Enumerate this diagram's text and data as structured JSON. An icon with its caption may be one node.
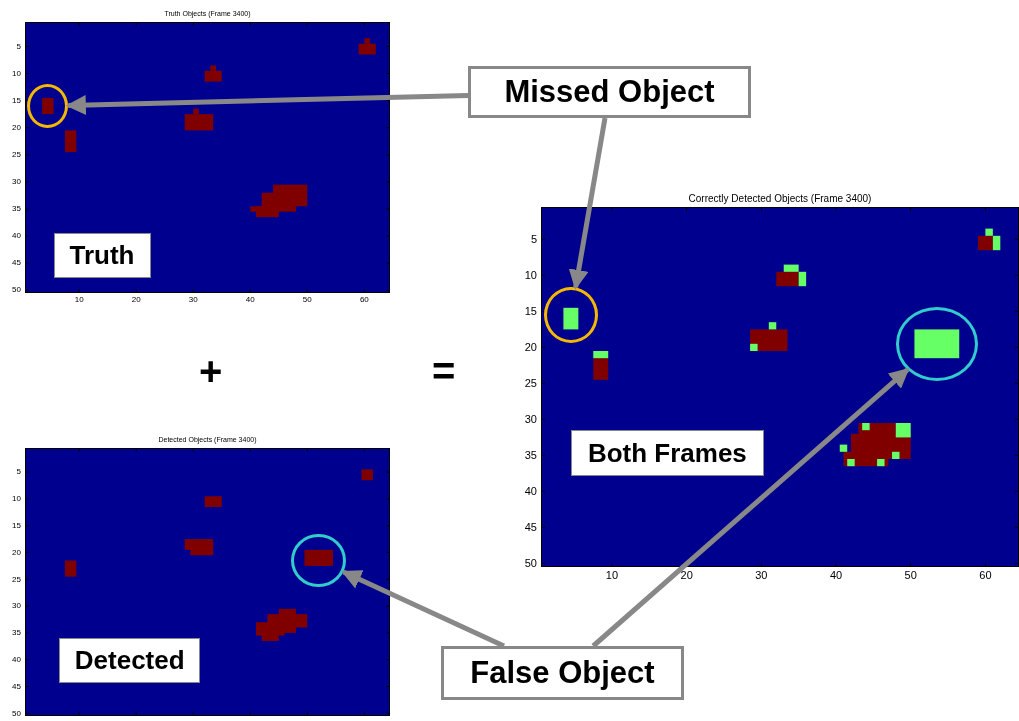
{
  "diagram": {
    "nodes": [
      {
        "text": [
          "Truth Objects (Frame 3400)"
        ]
      },
      {
        "text": [
          "Truth"
        ],
        "in": 0
      },
      {
        "text": [],
        "shape": "circle",
        "in": 0
      },
      {
        "text": [
          "Detected Objects (Frame 3400)"
        ]
      },
      {
        "text": [
          "Detected"
        ],
        "in": 3
      },
      {
        "text": [],
        "shape": "circle",
        "in": 3
      },
      {
        "text": [
          "Correctly Detected Objects (Frame 3400)"
        ]
      },
      {
        "text": [
          "Both Frames"
        ],
        "in": 6
      },
      {
        "text": [],
        "shape": "circle",
        "in": 6
      },
      {
        "text": [],
        "shape": "circle",
        "in": 6
      },
      {
        "text": [
          "Missed Object"
        ]
      },
      {
        "text": [
          "False Object"
        ]
      }
    ],
    "edges": [
      {
        "from": 10,
        "to": 2,
        "arrow": "to"
      },
      {
        "from": 10,
        "to": 8,
        "arrow": "to"
      },
      {
        "from": 11,
        "to": 5,
        "arrow": "to"
      },
      {
        "from": 11,
        "to": 9,
        "arrow": "to"
      }
    ],
    "labels": [
      "+",
      "=",
      "5",
      "10",
      "15",
      "20",
      "25",
      "30",
      "35",
      "40",
      "45",
      "50",
      "10",
      "20",
      "30",
      "40",
      "50",
      "60",
      "5",
      "10",
      "15",
      "20",
      "25",
      "30",
      "35",
      "40",
      "45",
      "50",
      "10",
      "20",
      "30",
      "40",
      "50",
      "60",
      "5",
      "10",
      "15",
      "20",
      "25",
      "30",
      "35",
      "40",
      "45",
      "50"
    ]
  }
}
